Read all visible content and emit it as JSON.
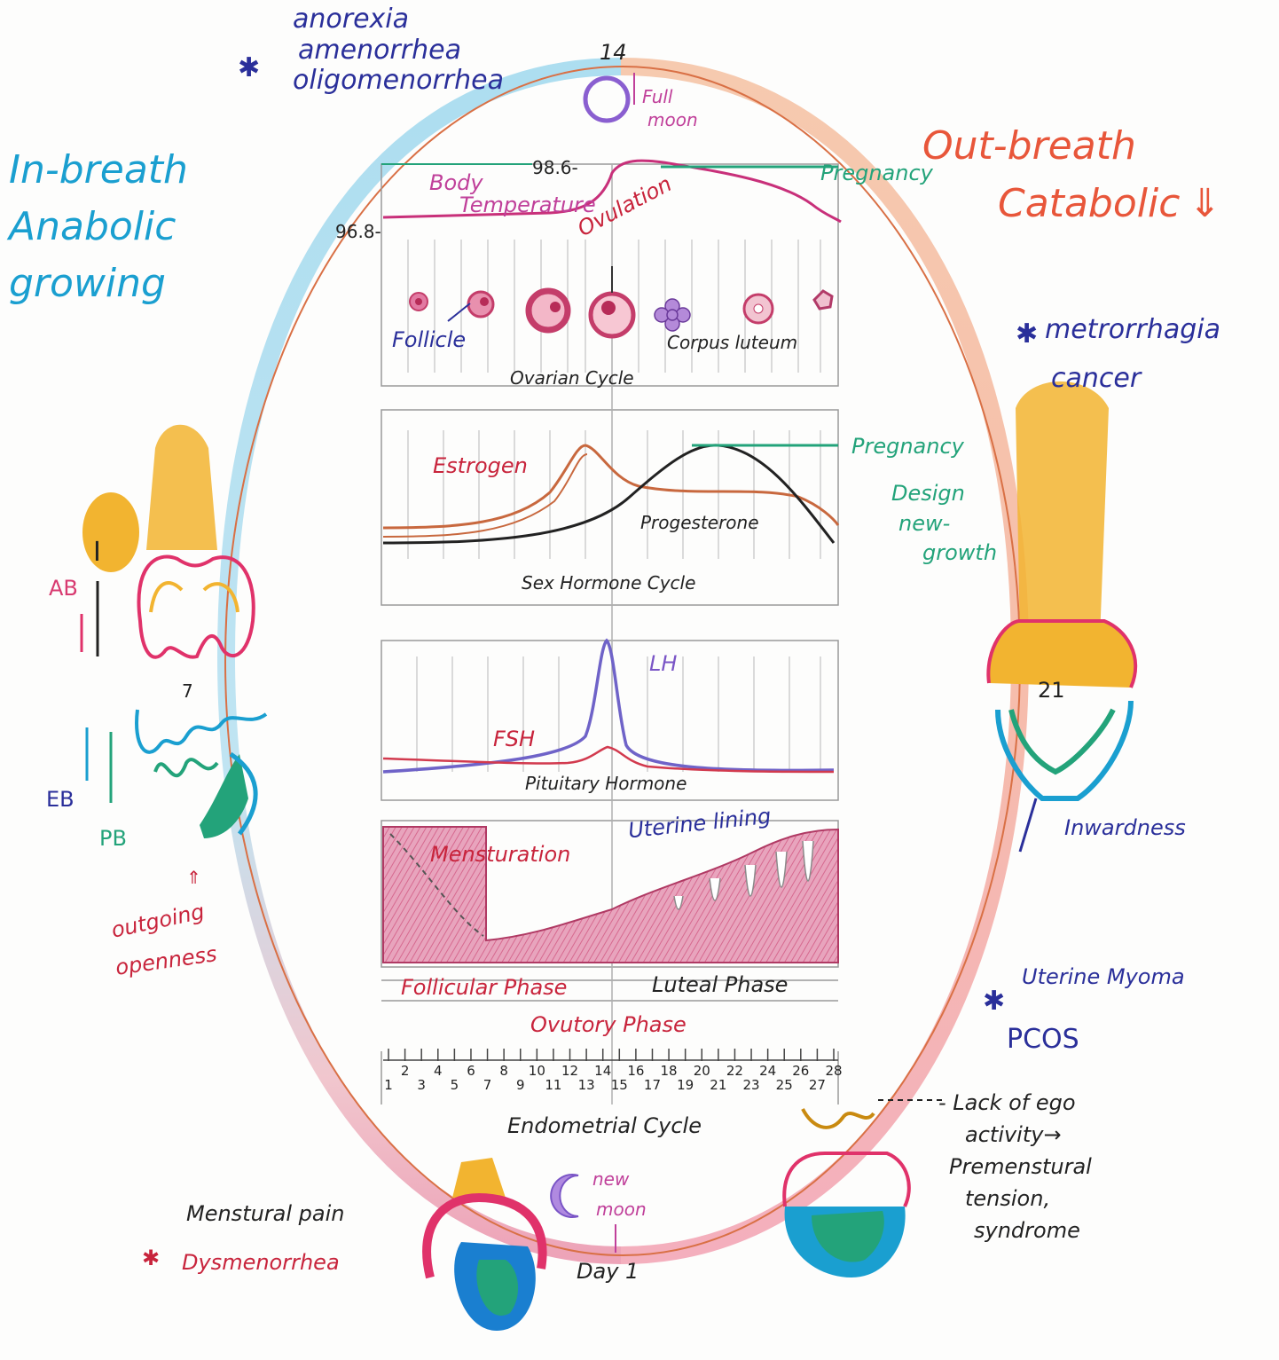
{
  "top_symptoms": {
    "star": "✱",
    "lines": [
      "anorexia",
      "amenorrhea",
      "oligomenorrhea"
    ]
  },
  "moon_full": {
    "day": "14",
    "label_line1": "Full",
    "label_line2": "moon"
  },
  "moon_new": {
    "label_line1": "new",
    "label_line2": "moon",
    "day": "Day 1"
  },
  "in_breath": {
    "lines": [
      "In-breath",
      "Anabolic",
      "growing"
    ]
  },
  "out_breath": {
    "line1": "Out-breath",
    "line2": "Catabolic",
    "arrow": "⇓"
  },
  "right_symptoms": {
    "star": "✱",
    "line1": "metrorrhagia",
    "line2": "cancer"
  },
  "temperature": {
    "high": "98.6-",
    "low": "96.8-",
    "title_line1": "Body",
    "title_line2": "Temperature",
    "pregnancy": "Pregnancy"
  },
  "ovarian": {
    "ovulation": "Ovulation",
    "follicle": "Follicle",
    "corpus": "Corpus luteum",
    "title": "Ovarian Cycle"
  },
  "sex_hormone": {
    "estrogen": "Estrogen",
    "progesterone": "Progesterone",
    "title": "Sex Hormone Cycle",
    "pregnancy": "Pregnancy"
  },
  "design": {
    "lines": [
      "Design",
      "new-",
      "growth"
    ]
  },
  "pituitary": {
    "lh": "LH",
    "fsh": "FSH",
    "title": "Pituitary Hormone"
  },
  "uterine": {
    "lining": "Uterine lining",
    "menstruation": "Mensturation"
  },
  "phases": {
    "follicular": "Follicular Phase",
    "luteal": "Luteal Phase",
    "ovulatory": "Ovutory Phase"
  },
  "endometrial": {
    "title": "Endometrial Cycle",
    "days": [
      "1",
      "2",
      "3",
      "4",
      "5",
      "6",
      "7",
      "8",
      "9",
      "10",
      "11",
      "12",
      "13",
      "14",
      "15",
      "16",
      "17",
      "18",
      "19",
      "20",
      "21",
      "22",
      "23",
      "24",
      "25",
      "26",
      "27",
      "28"
    ]
  },
  "left_side": {
    "ab": "AB",
    "i": "I",
    "seven": "7",
    "eb": "EB",
    "pb": "PB",
    "outgoing_line1": "outgoing",
    "outgoing_line2": "openness",
    "arrow_up": "⇑"
  },
  "right_side": {
    "twentyone": "21",
    "inwardness": "Inwardness"
  },
  "myoma": {
    "star": "✱",
    "label": "Uterine Myoma",
    "pcos": "PCOS"
  },
  "ego": {
    "lines": [
      "- Lack of ego",
      "activity→",
      "Premenstural",
      "tension,",
      "syndrome"
    ]
  },
  "menstrual_pain": {
    "line1": "Menstural pain",
    "star": "✱",
    "line2": "Dysmenorrhea"
  },
  "colors": {
    "cyan": "#1a9fd0",
    "orange": "#e8563a",
    "navy": "#2a2f9a",
    "green": "#23a37a",
    "pink": "#d83a70",
    "yellow": "#f2b430"
  }
}
